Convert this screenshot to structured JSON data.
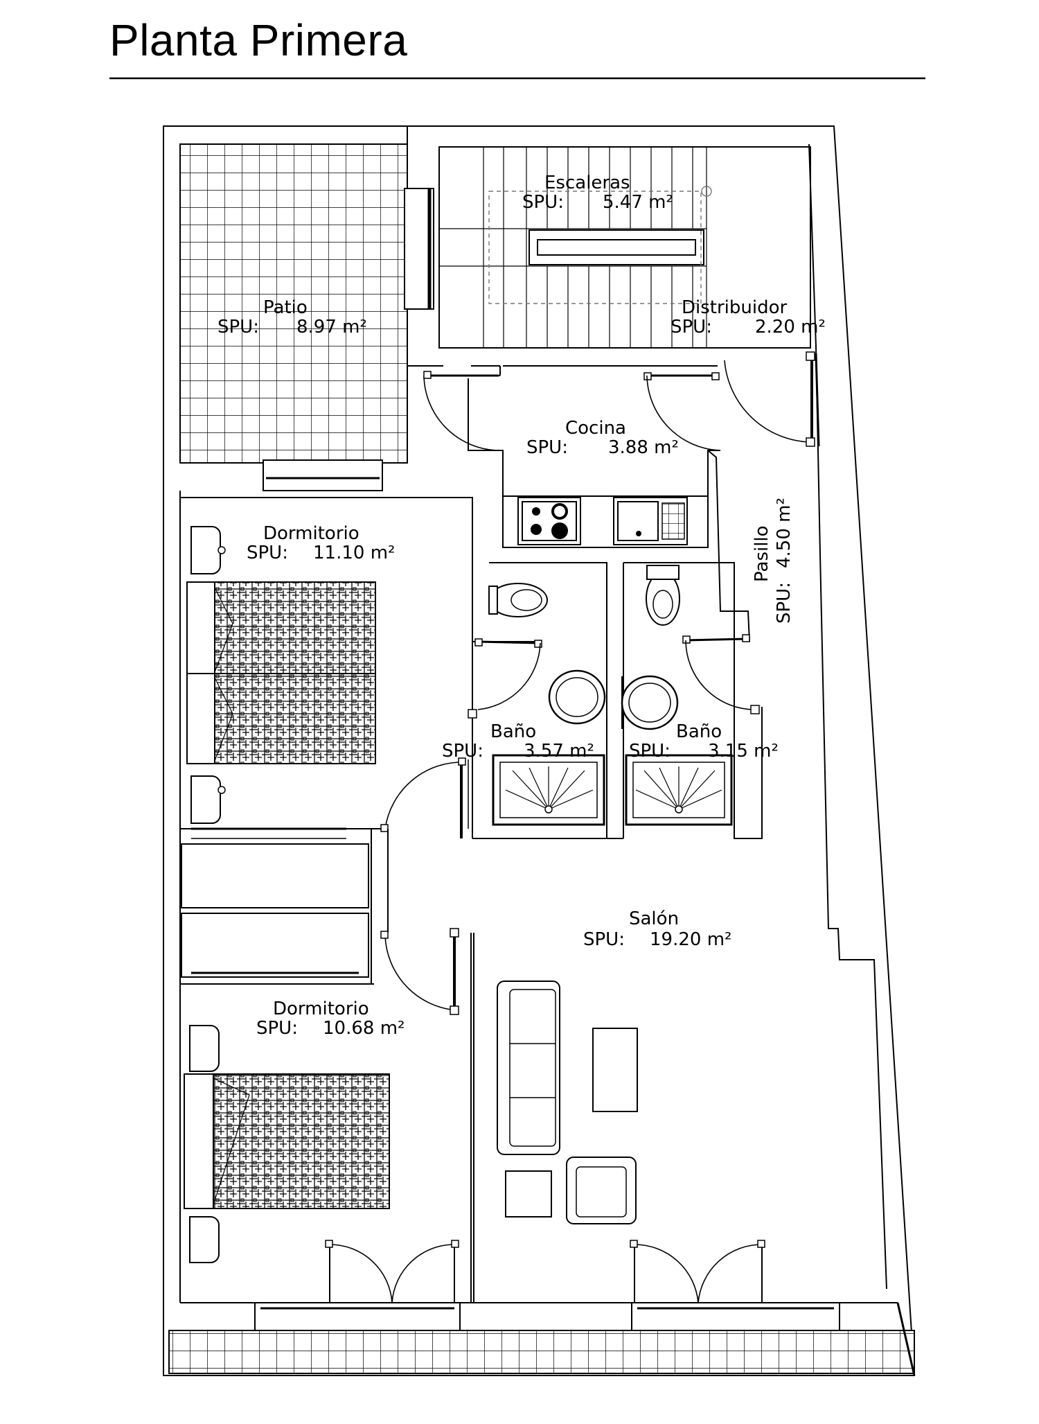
{
  "title": "Planta Primera",
  "area_unit": "m²",
  "rooms": [
    {
      "id": "escaleras",
      "name": "Escaleras",
      "spu_label": "SPU:",
      "area": "5.47"
    },
    {
      "id": "patio",
      "name": "Patio",
      "spu_label": "SPU:",
      "area": "8.97"
    },
    {
      "id": "distribuidor",
      "name": "Distribuidor",
      "spu_label": "SPU:",
      "area": "2.20"
    },
    {
      "id": "cocina",
      "name": "Cocina",
      "spu_label": "SPU:",
      "area": "3.88"
    },
    {
      "id": "pasillo",
      "name": "Pasillo",
      "spu_label": "SPU:",
      "area": "4.50"
    },
    {
      "id": "dormitorio1",
      "name": "Dormitorio",
      "spu_label": "SPU:",
      "area": "11.10"
    },
    {
      "id": "bano1",
      "name": "Baño",
      "spu_label": "SPU:",
      "area": "3.57"
    },
    {
      "id": "bano2",
      "name": "Baño",
      "spu_label": "SPU:",
      "area": "3.15"
    },
    {
      "id": "salon",
      "name": "Salón",
      "spu_label": "SPU:",
      "area": "19.20"
    },
    {
      "id": "dormitorio2",
      "name": "Dormitorio",
      "spu_label": "SPU:",
      "area": "10.68"
    }
  ]
}
